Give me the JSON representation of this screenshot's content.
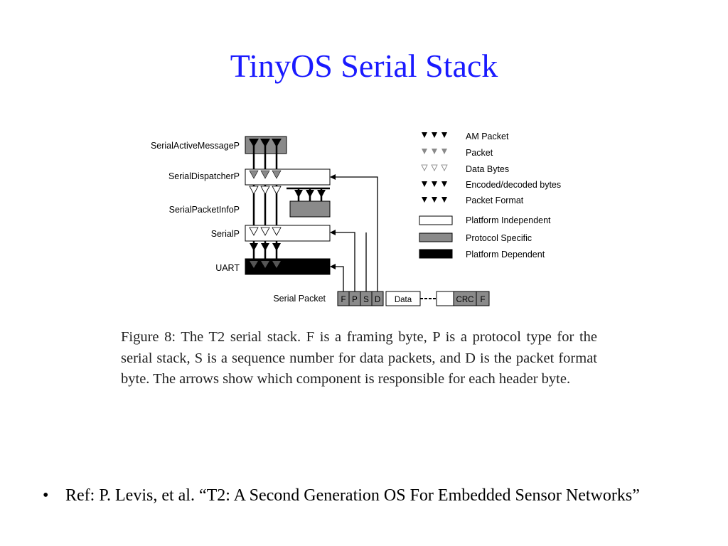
{
  "slide": {
    "title": "TinyOS Serial Stack",
    "caption": "Figure 8:  The T2 serial stack.  F is a framing byte, P is a protocol type for the serial stack, S is a sequence number for data packets, and D is the packet format byte.  The arrows show which component is responsible for each header byte.",
    "reference_bullet": "•",
    "reference": "Ref: P. Levis, et al. “T2: A Second Generation OS For Embedded Sensor Networks”"
  },
  "diagram": {
    "components": {
      "serial_active_message": "SerialActiveMessageP",
      "serial_dispatcher": "SerialDispatcherP",
      "serial_packet_info": "SerialPacketInfoP",
      "serial": "SerialP",
      "uart": "UART"
    },
    "serial_packet": {
      "label": "Serial Packet",
      "fields": [
        "F",
        "P",
        "S",
        "D",
        "Data",
        "CRC",
        "F"
      ]
    },
    "legend": {
      "am_packet": "AM Packet",
      "packet": "Packet",
      "data_bytes": "Data Bytes",
      "encoded_bytes": "Encoded/decoded bytes",
      "packet_format": "Packet Format",
      "platform_independent": "Platform Independent",
      "protocol_specific": "Protocol Specific",
      "platform_dependent": "Platform Dependent"
    },
    "colors": {
      "title": "#1a1aff",
      "protocol_specific": "#8a8a8a",
      "platform_dependent": "#000000",
      "platform_independent": "#ffffff"
    }
  }
}
